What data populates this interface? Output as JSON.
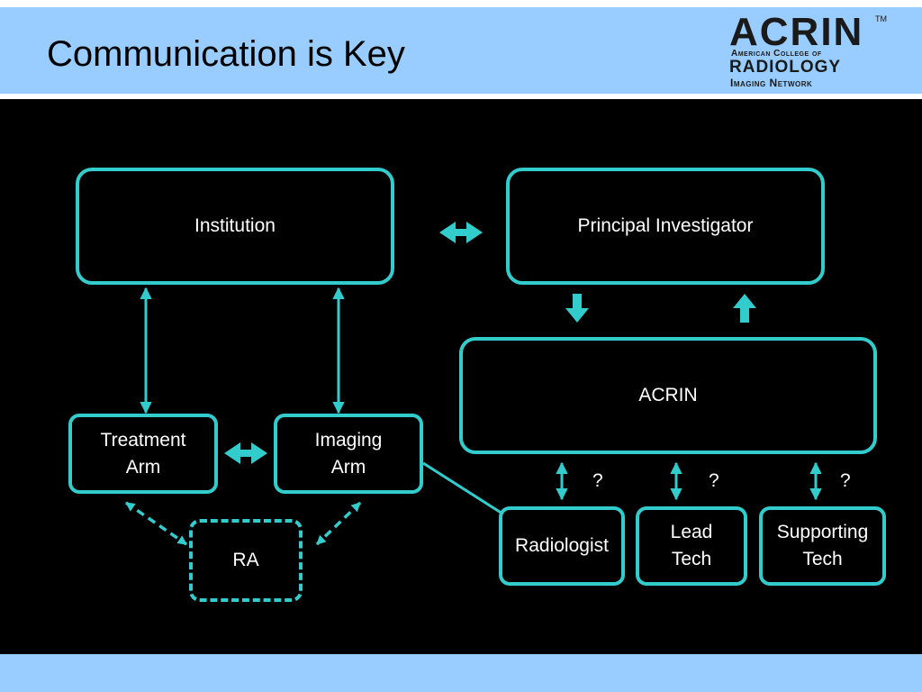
{
  "slide": {
    "title": "Communication is Key"
  },
  "logo": {
    "main": "ACRIN",
    "trademark": "TM",
    "line1": "American College of",
    "line2": "RADIOLOGY",
    "line3": "Imaging Network"
  },
  "colors": {
    "header_band": "#99ccff",
    "background": "#000000",
    "accent": "#33cccc",
    "text": "#ffffff"
  },
  "nodes": {
    "institution": "Institution",
    "principal_investigator": "Principal Investigator",
    "acrin": "ACRIN",
    "treatment_arm": "Treatment\nArm",
    "imaging_arm": "Imaging\nArm",
    "ra": "RA",
    "radiologist": "Radiologist",
    "lead_tech": "Lead\nTech",
    "supporting_tech": "Supporting\nTech"
  },
  "question_marks": [
    "?",
    "?",
    "?"
  ]
}
